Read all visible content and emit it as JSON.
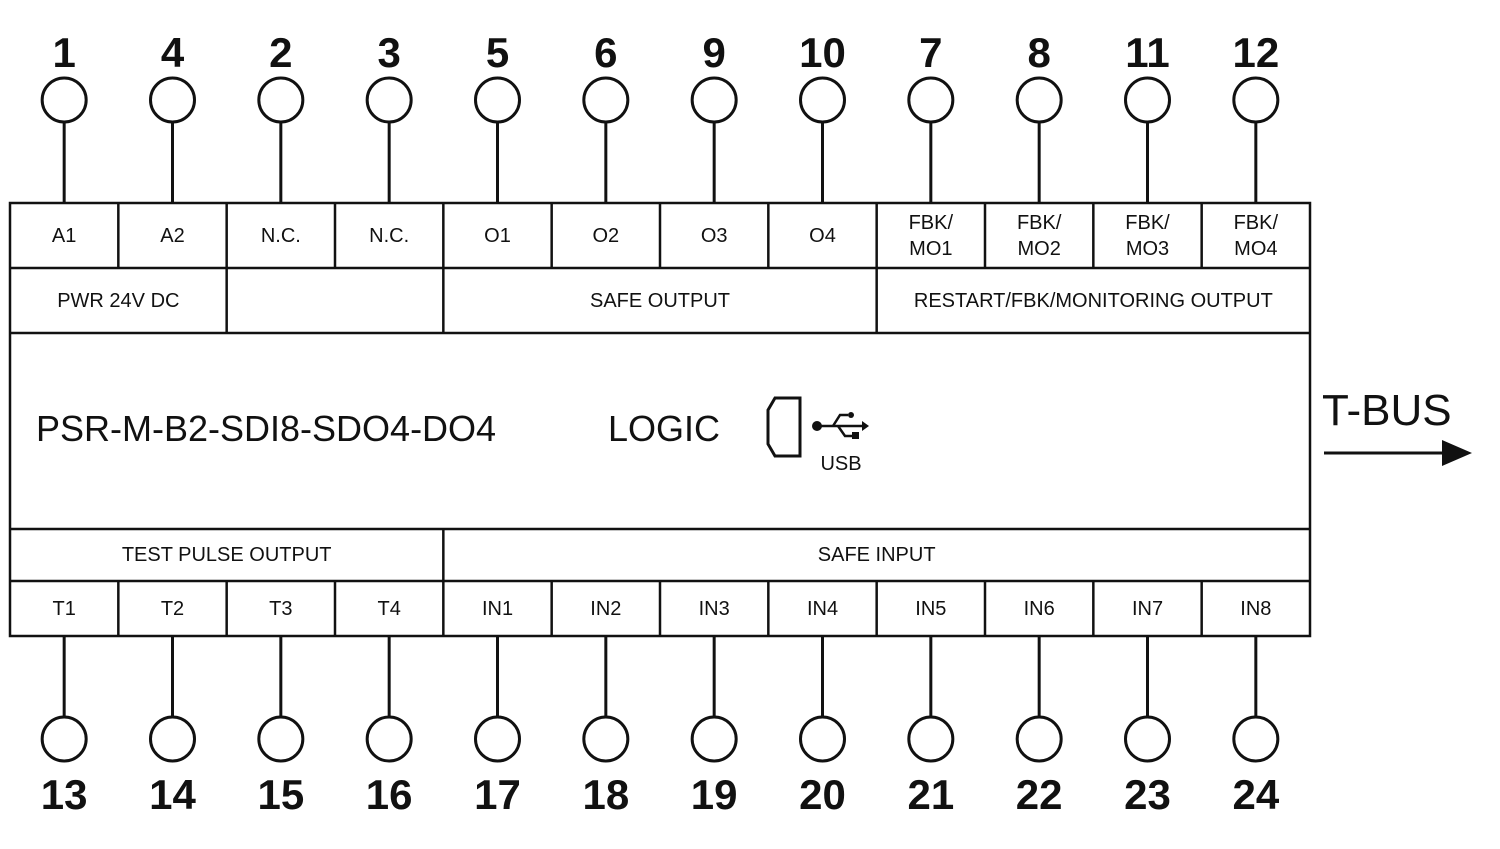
{
  "top_terminals": [
    {
      "number": "1",
      "label": [
        "A1"
      ]
    },
    {
      "number": "4",
      "label": [
        "A2"
      ]
    },
    {
      "number": "2",
      "label": [
        "N.C."
      ]
    },
    {
      "number": "3",
      "label": [
        "N.C."
      ]
    },
    {
      "number": "5",
      "label": [
        "O1"
      ]
    },
    {
      "number": "6",
      "label": [
        "O2"
      ]
    },
    {
      "number": "9",
      "label": [
        "O3"
      ]
    },
    {
      "number": "10",
      "label": [
        "O4"
      ]
    },
    {
      "number": "7",
      "label": [
        "FBK/",
        "MO1"
      ]
    },
    {
      "number": "8",
      "label": [
        "FBK/",
        "MO2"
      ]
    },
    {
      "number": "11",
      "label": [
        "FBK/",
        "MO3"
      ]
    },
    {
      "number": "12",
      "label": [
        "FBK/",
        "MO4"
      ]
    }
  ],
  "top_groups": [
    {
      "label": "PWR 24V DC"
    },
    {
      "label": ""
    },
    {
      "label": "SAFE OUTPUT"
    },
    {
      "label": "RESTART/FBK/MONITORING OUTPUT"
    }
  ],
  "bottom_groups": [
    {
      "label": "TEST PULSE OUTPUT"
    },
    {
      "label": "SAFE INPUT"
    }
  ],
  "bottom_terminals": [
    {
      "number": "13",
      "label": "T1"
    },
    {
      "number": "14",
      "label": "T2"
    },
    {
      "number": "15",
      "label": "T3"
    },
    {
      "number": "16",
      "label": "T4"
    },
    {
      "number": "17",
      "label": "IN1"
    },
    {
      "number": "18",
      "label": "IN2"
    },
    {
      "number": "19",
      "label": "IN3"
    },
    {
      "number": "20",
      "label": "IN4"
    },
    {
      "number": "21",
      "label": "IN5"
    },
    {
      "number": "22",
      "label": "IN6"
    },
    {
      "number": "23",
      "label": "IN7"
    },
    {
      "number": "24",
      "label": "IN8"
    }
  ],
  "module": {
    "model": "PSR-M-B2-SDI8-SDO4-DO4",
    "type": "LOGIC",
    "usb_label": "USB",
    "usb_icon": "usb-icon",
    "port_icon": "usb-port-icon"
  },
  "bus": {
    "label": "T-BUS",
    "arrow_icon": "arrow-right-icon"
  }
}
